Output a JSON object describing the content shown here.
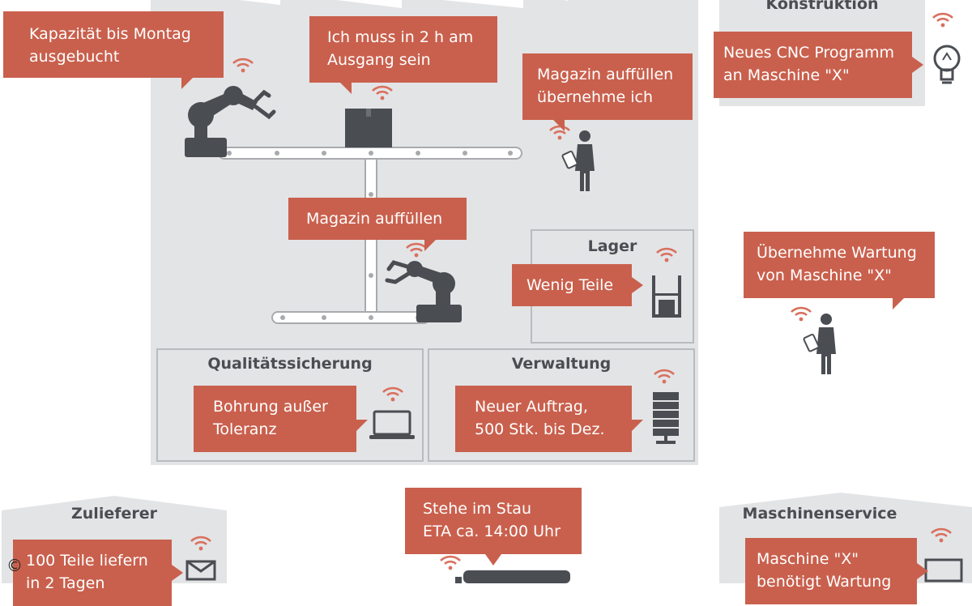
{
  "zones": {
    "konstruktion": {
      "title": "Konstruktion"
    },
    "lager": {
      "title": "Lager"
    },
    "qualitaet": {
      "title": "Qualitätssicherung"
    },
    "verwaltung": {
      "title": "Verwaltung"
    },
    "zulieferer": {
      "title": "Zulieferer"
    },
    "maschinenservice": {
      "title": "Maschinenservice"
    }
  },
  "bubbles": {
    "kapazitaet": [
      "Kapazität bis Montag",
      "ausgebucht"
    ],
    "ausgang": [
      "Ich muss in 2 h am",
      "Ausgang sein"
    ],
    "magazin_uebernehme": [
      "Magazin auffüllen",
      "übernehme ich"
    ],
    "cnc": [
      "Neues CNC Programm",
      "an Maschine \"X\""
    ],
    "magazin": [
      "Magazin auffüllen"
    ],
    "wenig_teile": [
      "Wenig Teile"
    ],
    "wartung_uebernehme": [
      "Übernehme Wartung",
      "von Maschine \"X\""
    ],
    "bohrung": [
      "Bohrung außer",
      "Toleranz"
    ],
    "auftrag": [
      "Neuer Auftrag,",
      "500 Stk. bis Dez."
    ],
    "stau": [
      "Stehe im Stau",
      "ETA ca. 14:00 Uhr"
    ],
    "teile_liefern": [
      "100 Teile liefern",
      "in 2 Tagen"
    ],
    "maschine_wartung": [
      "Maschine \"X\"",
      "benötigt Wartung"
    ]
  },
  "copyright_symbol": "©",
  "colors": {
    "bubble": "#c9604d",
    "zone": "#e3e4e6",
    "icon": "#4a4d52",
    "wifi": "#d9705d"
  },
  "icons": [
    "wifi-icon",
    "robot-arm-icon",
    "box-icon",
    "conveyor-icon",
    "worker-tablet-icon",
    "lightbulb-icon",
    "laptop-icon",
    "server-icon",
    "shelf-icon",
    "envelope-icon",
    "monitor-icon",
    "truck-icon"
  ]
}
